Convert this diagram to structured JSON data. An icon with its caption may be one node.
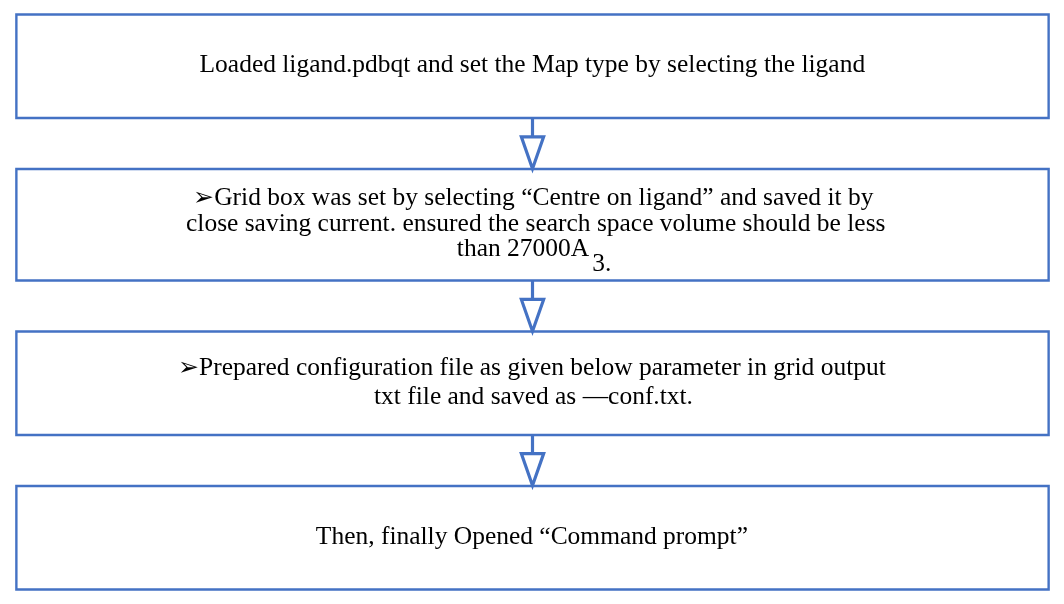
{
  "diagram": {
    "nodes": [
      {
        "text": [
          "Loaded ligand.pdbqt and set the Map type by selecting the ligand"
        ]
      },
      {
        "text": [
          "➢Grid box was set by selecting “Centre on ligand” and saved it by close saving current. ensured the search space volume should be less than 27000A$_{3.}$"
        ]
      },
      {
        "text": [
          "➢Prepared configuration file as given below parameter in grid output txt file and saved as —conf.txt."
        ]
      },
      {
        "text": [
          "Then, finally Opened “Command prompt”"
        ]
      }
    ],
    "edges": [
      {
        "from": 0,
        "to": 1,
        "arrow": "to"
      },
      {
        "from": 1,
        "to": 2,
        "arrow": "to"
      },
      {
        "from": 2,
        "to": 3,
        "arrow": "to"
      }
    ]
  }
}
